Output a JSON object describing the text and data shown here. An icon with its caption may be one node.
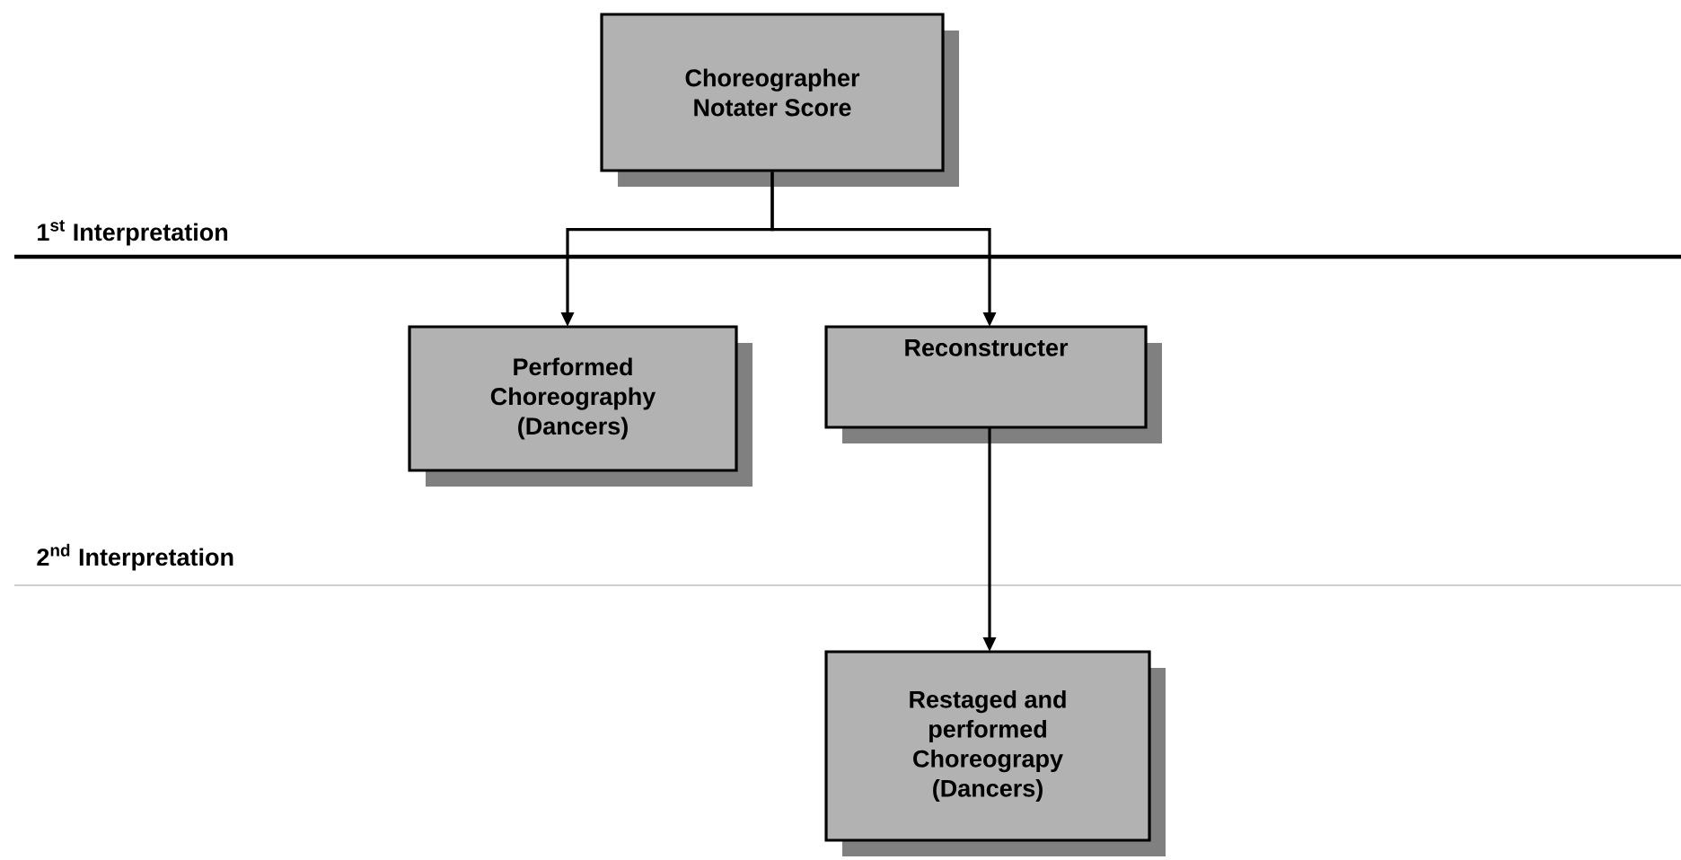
{
  "diagram": {
    "nodes": [
      {
        "text": [
          "Choreographer Notater Score"
        ]
      },
      {
        "text": [
          "Performed Choreography (Dancers)"
        ]
      },
      {
        "text": [
          "Reconstructer"
        ]
      },
      {
        "text": [
          "Restaged and performed Choreograpy (Dancers)"
        ]
      }
    ],
    "edges": [
      {
        "from": 0,
        "to": 1,
        "arrow": "to"
      },
      {
        "from": 0,
        "to": 2,
        "arrow": "to"
      },
      {
        "from": 2,
        "to": 3,
        "arrow": "to"
      }
    ],
    "labels": [
      "1$^{st}$ Interpretation",
      "2$^{nd}$ Interpretation"
    ]
  }
}
